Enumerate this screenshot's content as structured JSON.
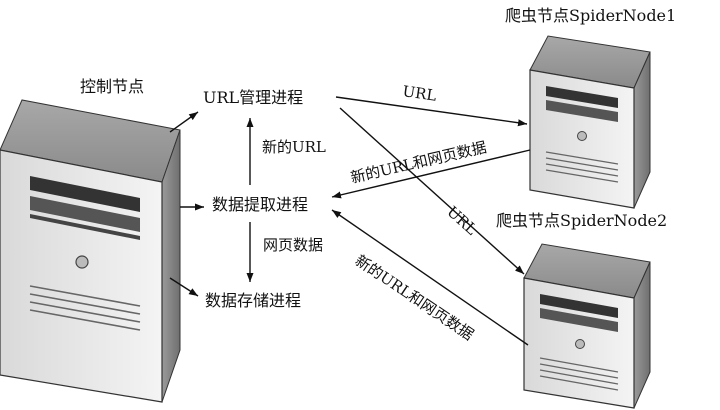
{
  "nodes": {
    "control_title": "控制节点",
    "spider1_title": "爬虫节点SpiderNode1",
    "spider2_title": "爬虫节点SpiderNode2",
    "url_manager": "URL管理进程",
    "data_extract": "数据提取进程",
    "data_store": "数据存储进程"
  },
  "edges": {
    "url_to_spider1": "URL",
    "spider1_to_extract": "新的URL和网页数据",
    "url_to_spider2": "URL",
    "spider2_to_extract": "新的URL和网页数据",
    "extract_to_url_manager": "新的URL",
    "extract_to_store": "网页数据"
  }
}
